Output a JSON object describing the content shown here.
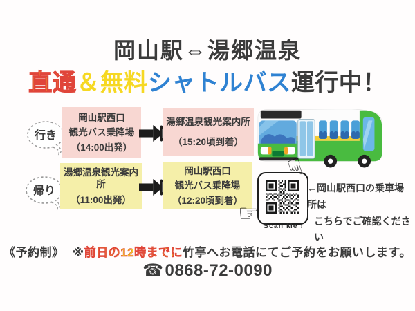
{
  "title": {
    "line1": "岡山駅⇔湯郷温泉",
    "line2": {
      "direct": "直通",
      "amp": "＆",
      "free": "無料",
      "shuttle": "シャトルバス",
      "operating": "運行中！"
    }
  },
  "schedule": {
    "outbound": {
      "label": "行き",
      "from": {
        "line1": "岡山駅西口",
        "line2": "観光バス乗降場",
        "line3": "（14:00出発）"
      },
      "to": {
        "line1": "湯郷温泉観光案内所",
        "line2": "（15:20頃到着）"
      }
    },
    "return": {
      "label": "帰り",
      "from": {
        "line1": "湯郷温泉観光案内所",
        "line2": "（11:00出発）"
      },
      "to": {
        "line1": "岡山駅西口",
        "line2": "観光バス乗降場",
        "line3": "（12:20頃到着）"
      }
    }
  },
  "qr": {
    "scan_label": "Scan Me !",
    "note_line1": "←岡山駅西口の乗車場所は",
    "note_line2": "こちらでご確認ください"
  },
  "footer": {
    "reservation": "《予約制》",
    "note_mark": "※",
    "highlight": "前日の12時までに",
    "rest": "竹亭へお電話にてご予約をお願いします。",
    "phone_icon": "☎",
    "phone_number": "0868-72-0090"
  },
  "icons": {
    "hand_down": "☟",
    "hand_right": "☞"
  },
  "colors": {
    "highlight_yellow": "#f6d822",
    "outline_red": "#e0453a",
    "shuttle_blue": "#2f82d2",
    "text_dark": "#3b3b3b",
    "box_pink": "#f8d7d2",
    "box_yellow": "#f5efa9",
    "bus_green": "#49bb40"
  }
}
